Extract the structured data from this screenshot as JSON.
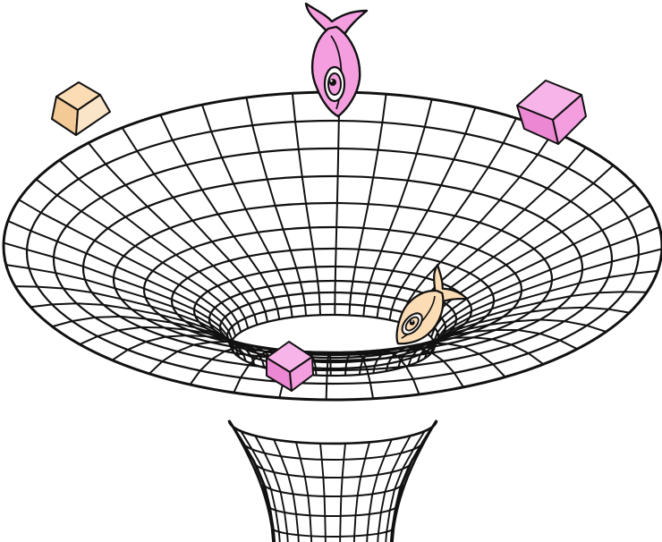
{
  "illustration": {
    "subject": "funnel-grid",
    "colors": {
      "background": "#ffffff",
      "line": "#111111",
      "pink": "#f49ee0",
      "pink_shade": "#ec87d3",
      "pink_dark": "#d66bbd",
      "peach": "#fcdcb4",
      "peach_shade": "#f3c996",
      "peach_dark": "#e2b27d"
    },
    "objects": [
      {
        "kind": "fish",
        "color": "pink",
        "location": "top-rim"
      },
      {
        "kind": "fish",
        "color": "peach",
        "location": "inside-funnel-right"
      },
      {
        "kind": "cube",
        "color": "peach",
        "location": "top-left"
      },
      {
        "kind": "cube",
        "color": "pink",
        "location": "top-right"
      },
      {
        "kind": "cube",
        "color": "pink",
        "location": "funnel-throat"
      }
    ]
  }
}
